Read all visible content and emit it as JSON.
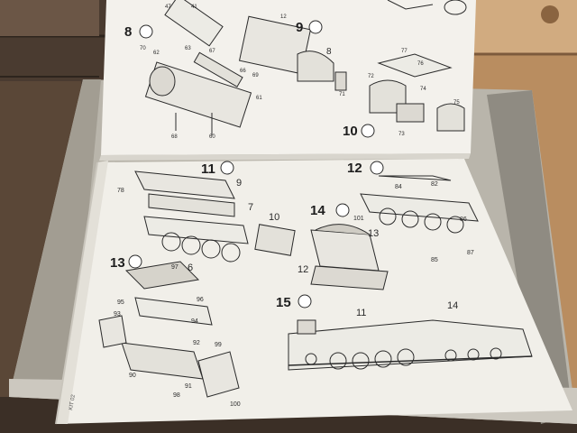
{
  "colors": {
    "wood_dark": "#4a3b30",
    "wood_light": "#c79a6b",
    "box_gray": "#b9b5ab",
    "paper": "#f3f1ec",
    "ink": "#2b2b2b"
  },
  "upper_sheet": {
    "steps": [
      {
        "number": "8"
      },
      {
        "number": "9"
      },
      {
        "number": "10"
      }
    ],
    "part_labels": [
      "47",
      "41",
      "12",
      "70",
      "63",
      "62",
      "67",
      "66",
      "69",
      "61",
      "68",
      "60",
      "8",
      "71",
      "77",
      "76",
      "74",
      "72",
      "75",
      "73"
    ]
  },
  "lower_sheet": {
    "steps": [
      {
        "number": "11"
      },
      {
        "number": "12"
      },
      {
        "number": "13"
      },
      {
        "number": "14"
      },
      {
        "number": "15"
      }
    ],
    "part_labels": [
      "9",
      "7",
      "10",
      "6",
      "13",
      "12",
      "78",
      "97",
      "96",
      "95",
      "94",
      "93",
      "92",
      "90",
      "91",
      "98",
      "99",
      "100",
      "101",
      "84",
      "82",
      "85",
      "86",
      "87",
      "11",
      "14"
    ],
    "page_mark": "KIT 02"
  }
}
